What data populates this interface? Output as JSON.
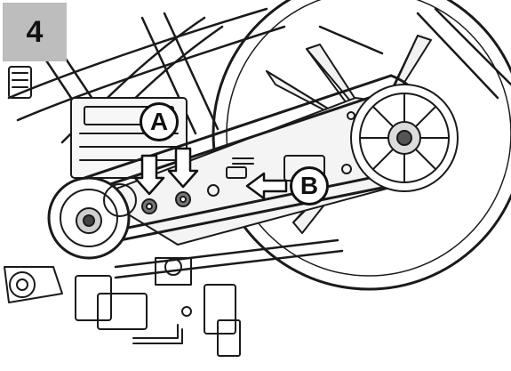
{
  "step": {
    "number": "4"
  },
  "callouts": [
    {
      "letter": "A",
      "meaning": ""
    },
    {
      "letter": "B",
      "meaning": ""
    }
  ],
  "colors": {
    "line": "#1a1a1a",
    "badge_bg": "#bdbdbd",
    "badge_text": "#111111",
    "background": "#ffffff"
  }
}
